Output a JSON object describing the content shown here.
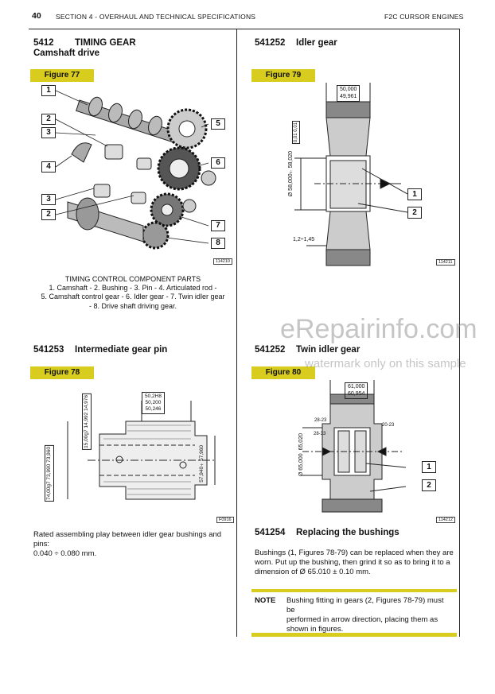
{
  "header": {
    "page_number": "40",
    "section": "SECTION 4 - OVERHAUL AND TECHNICAL SPECIFICATIONS",
    "engine": "F2C CURSOR ENGINES"
  },
  "left": {
    "s1_num": "5412",
    "s1_title": "TIMING GEAR",
    "s1_sub": "Camshaft drive",
    "fig77": "Figure 77",
    "fig77_callouts": [
      "1",
      "2",
      "3",
      "4",
      "3",
      "2",
      "5",
      "6",
      "7",
      "8"
    ],
    "fig77_code": "114210",
    "caption_title": "TIMING CONTROL COMPONENT PARTS",
    "caption_l1": "1. Camshaft - 2. Bushing - 3. Pin - 4. Articulated rod -",
    "caption_l2": "5. Camshaft control gear - 6. Idler gear - 7. Twin idler gear",
    "caption_l3": "- 8. Drive shaft driving gear.",
    "s2_num": "541253",
    "s2_title": "Intermediate gear pin",
    "fig78": "Figure 78",
    "fig78_dims": {
      "d1a": "50,2H8",
      "d1b": "50,200",
      "d1c": "50,246",
      "d2a": "15,00g7",
      "d2b": "14,992",
      "d2c": "14,976",
      "d3a": "74,00g7",
      "d3b": "73,990",
      "d3c": "73,960",
      "d4": "57,940÷57,960"
    },
    "fig78_code": "F0916",
    "play_text_1": "Rated assembling play between idler gear bushings and pins:",
    "play_text_2": "0.040 ÷ 0.080 mm."
  },
  "right": {
    "s1_num": "541252",
    "s1_title": "Idler gear",
    "fig79": "Figure 79",
    "fig79_dims": {
      "top_a": "50,000",
      "top_b": "49,961",
      "vert": "58,000÷58,020",
      "small": "1,2÷1,45",
      "tol1": "0,01",
      "tol2": "0,01"
    },
    "fig79_callouts": [
      "1",
      "2"
    ],
    "fig79_code": "114211",
    "s2_num": "541252",
    "s2_title": "Twin idler gear",
    "fig80": "Figure 80",
    "fig80_dims": {
      "top_a": "61,000",
      "top_b": "60,954",
      "vert_a": "65,000",
      "vert_b": "65,020",
      "s1": "28-33",
      "s2": "20-23",
      "s3": "28-23"
    },
    "fig80_callouts": [
      "1",
      "2"
    ],
    "fig80_code": "114212",
    "s3_num": "541254",
    "s3_title": "Replacing the bushings",
    "replace_l1": "Bushings (1, Figures 78-79) can be replaced when they are",
    "replace_l2": "worn. Put up the bushing, then grind it so as to bring it to a",
    "replace_l3": "dimension of Ø 65.010 ± 0.10 mm.",
    "note_label": "NOTE",
    "note_l1": "Bushing fitting in gears (2, Figures 78-79) must be",
    "note_l2": "performed in arrow direction, placing them as",
    "note_l3": "shown in figures."
  },
  "watermark": {
    "main": "eRepairinfo.com",
    "sub": "watermark only on this sample"
  },
  "colors": {
    "accent": "#d8cc1e"
  }
}
